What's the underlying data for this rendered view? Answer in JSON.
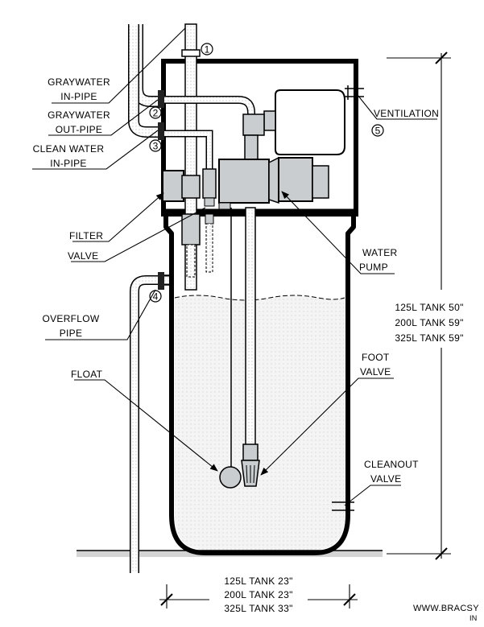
{
  "labels": {
    "graywater_in": [
      "GRAYWATER",
      "IN-PIPE"
    ],
    "graywater_out": [
      "GRAYWATER",
      "OUT-PIPE"
    ],
    "clean_water_in": [
      "CLEAN WATER",
      "IN-PIPE"
    ],
    "filter": "FILTER",
    "valve": "VALVE",
    "overflow": [
      "OVERFLOW",
      "PIPE"
    ],
    "float": "FLOAT",
    "ventilation": "VENTILATION",
    "water_pump": [
      "WATER",
      "PUMP"
    ],
    "foot_valve": [
      "FOOT",
      "VALVE"
    ],
    "cleanout_valve": [
      "CLEANOUT",
      "VALVE"
    ]
  },
  "callouts": [
    "1",
    "2",
    "3",
    "4",
    "5"
  ],
  "height_dims": [
    "125L TANK 50\"",
    "200L TANK 59\"",
    "325L TANK 59\""
  ],
  "width_dims": [
    "125L TANK 23\"",
    "200L TANK 23\"",
    "325L TANK 33\""
  ],
  "watermark": [
    "WWW.BRACSY",
    "IN"
  ],
  "colors": {
    "line": "#000000",
    "equipment_fill": "#c9cdcf",
    "water_fill": "#f1f1f1",
    "ground": "#cfcfcf"
  }
}
